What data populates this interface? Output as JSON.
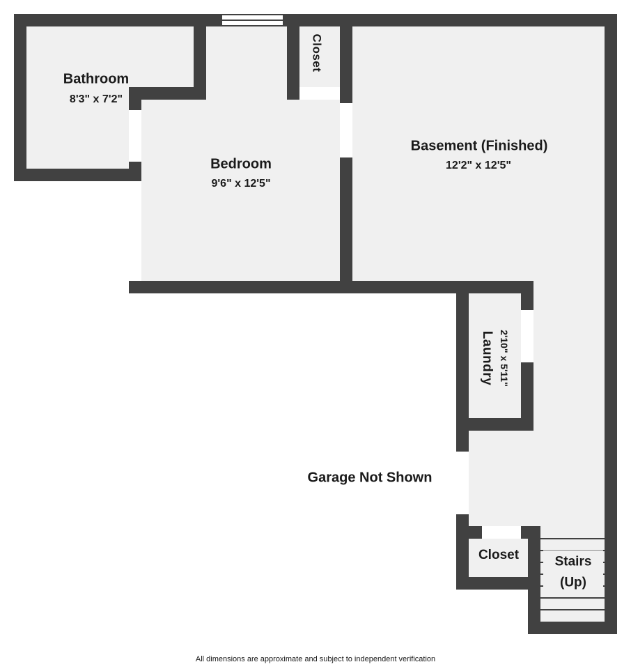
{
  "plan": {
    "rooms": {
      "bathroom": {
        "name": "Bathroom",
        "dims": "8'3\" x 7'2\""
      },
      "bedroom": {
        "name": "Bedroom",
        "dims": "9'6\" x 12'5\""
      },
      "closet_top": {
        "name": "Closet"
      },
      "basement": {
        "name": "Basement (Finished)",
        "dims": "12'2\" x 12'5\""
      },
      "laundry": {
        "name": "Laundry",
        "dims": "2'10\" x 5'11\""
      },
      "closet_bottom": {
        "name": "Closet"
      },
      "stairs": {
        "name": "Stairs (Up)"
      }
    },
    "note": "Garage Not Shown",
    "footer": "All dimensions are approximate and subject to independent verification",
    "colors": {
      "wall": "#414141",
      "floor": "#f0f0f0",
      "background": "#ffffff",
      "text": "#1a1a1a"
    }
  }
}
